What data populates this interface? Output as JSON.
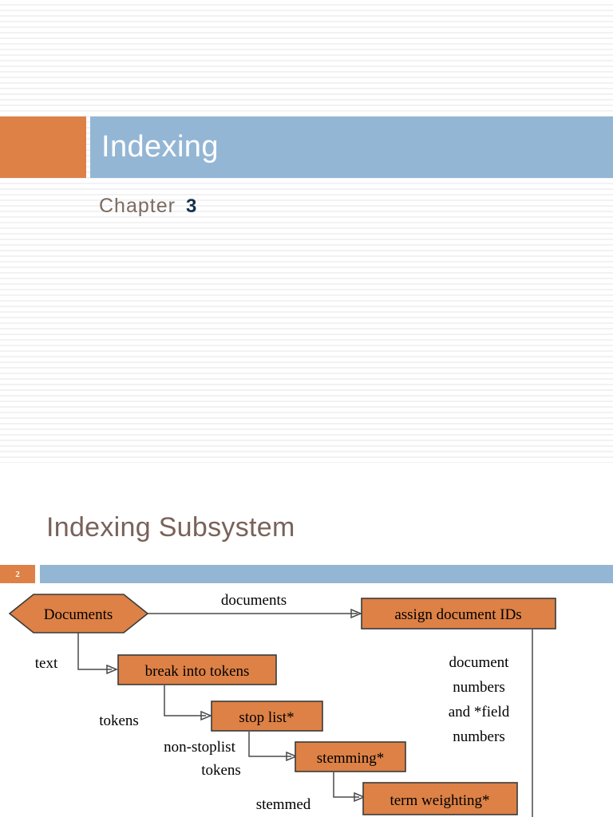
{
  "slide_title": {
    "title": "Indexing",
    "subtitle_label": "Chapter",
    "subtitle_number": "3",
    "colors": {
      "accent_orange": "#DD8146",
      "accent_blue": "#94B6D5",
      "title_text": "#FFFFFF",
      "subtitle_label_color": "#7C6A60",
      "subtitle_number_color": "#15304B"
    }
  },
  "slide_content": {
    "heading": "Indexing Subsystem",
    "page_number": "2",
    "colors": {
      "heading_text": "#796259",
      "rule_blue": "#94B6D5",
      "badge_orange": "#DD8146"
    }
  },
  "diagram": {
    "nodes": {
      "documents": "Documents",
      "assign_ids": "assign document IDs",
      "break_tokens": "break into tokens",
      "stop_list": "stop list*",
      "stemming": "stemming*",
      "term_weighting": "term weighting*"
    },
    "edge_labels": {
      "documents_to_assign": "documents",
      "documents_to_break": "text",
      "break_to_stop": "tokens",
      "stop_to_stemming_line1": "non-stoplist",
      "stop_to_stemming_line2": "tokens",
      "stemming_to_weighting": "stemmed",
      "assign_down_line1": "document",
      "assign_down_line2": "numbers",
      "assign_down_line3": "and *field",
      "assign_down_line4": "numbers"
    },
    "colors": {
      "node_fill": "#DD8146",
      "node_stroke": "#3A3A3A",
      "edge_stroke": "#4A4A4A",
      "text": "#000000"
    }
  }
}
